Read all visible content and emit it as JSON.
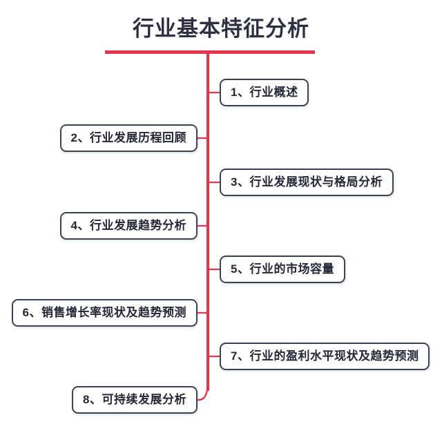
{
  "diagram": {
    "type": "mindmap",
    "title": "行业基本特征分析",
    "orientation": "vertical-trunk-alternating-branches",
    "colors": {
      "trunk": "#e5344c",
      "connector": "#e5344c",
      "title_text": "#2c3142",
      "node_border": "#3a4152",
      "node_text": "#232834",
      "background": "#ffffff"
    },
    "nodes": [
      {
        "index": "1",
        "label": "1、行业概述",
        "side": "right"
      },
      {
        "index": "2",
        "label": "2、行业发展历程回顾",
        "side": "left"
      },
      {
        "index": "3",
        "label": "3、行业发展现状与格局分析",
        "side": "right"
      },
      {
        "index": "4",
        "label": "4、行业发展趋势分析",
        "side": "left"
      },
      {
        "index": "5",
        "label": "5、行业的市场容量",
        "side": "right"
      },
      {
        "index": "6",
        "label": "6、销售增长率现状及趋势预测",
        "side": "left"
      },
      {
        "index": "7",
        "label": "7、行业的盈利水平现状及趋势预测",
        "side": "right"
      },
      {
        "index": "8",
        "label": "8、可持续发展分析",
        "side": "left"
      }
    ]
  }
}
